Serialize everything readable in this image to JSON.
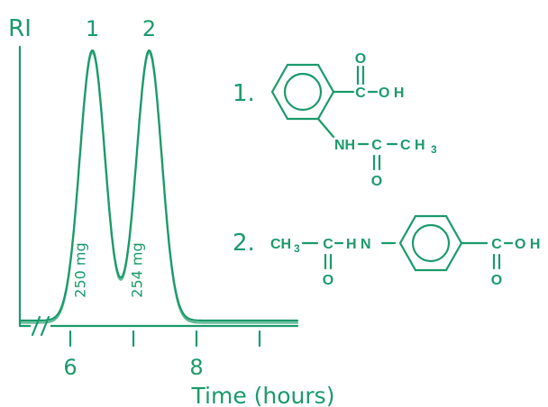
{
  "chart_data": {
    "type": "line",
    "xlabel": "Time (hours)",
    "ylabel": "RI",
    "x_ticks": [
      6,
      8
    ],
    "xlim": [
      5.2,
      9.6
    ],
    "peaks": [
      {
        "label": "1",
        "x": 6.35,
        "annotation": "250 mg"
      },
      {
        "label": "2",
        "x": 7.25,
        "annotation": "254 mg"
      }
    ],
    "grid": false,
    "axis_break": true
  },
  "compounds": [
    {
      "number": "1.",
      "carboxyl": {
        "carbonyl_o": "O",
        "c": "C",
        "oh": "O H"
      },
      "amide": {
        "nh": "NH",
        "c": "C",
        "ch3": "C H",
        "ch3_sub": "3",
        "carbonyl_o": "O"
      }
    },
    {
      "number": "2.",
      "acetyl": {
        "ch3": "CH",
        "ch3_sub": "3",
        "c": "C",
        "carbonyl_o": "O"
      },
      "amine": "H N",
      "carboxyl": {
        "c": "C",
        "oh": "O H",
        "carbonyl_o": "O"
      }
    }
  ],
  "colors": {
    "accent": "#1a9a6a"
  }
}
